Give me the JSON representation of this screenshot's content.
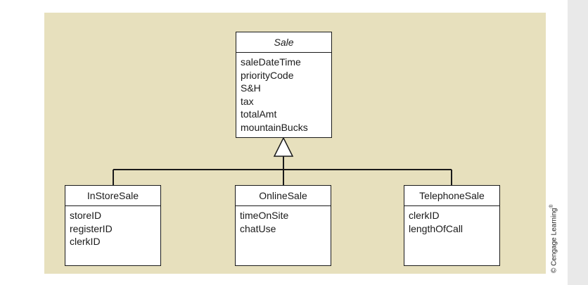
{
  "diagram": {
    "parent": {
      "name": "Sale",
      "attributes": [
        "saleDateTime",
        "priorityCode",
        "S&H",
        "tax",
        "totalAmt",
        "mountainBucks"
      ]
    },
    "children": [
      {
        "name": "InStoreSale",
        "attributes": [
          "storeID",
          "registerID",
          "clerkID"
        ]
      },
      {
        "name": "OnlineSale",
        "attributes": [
          "timeOnSite",
          "chatUse"
        ]
      },
      {
        "name": "TelephoneSale",
        "attributes": [
          "clerkID",
          "lengthOfCall"
        ]
      }
    ]
  },
  "copyright": {
    "text": "© Cengage Learning",
    "mark": "®"
  },
  "colors": {
    "canvas": "#e7e0bd",
    "line": "#1a1a1a",
    "sidebar": "#e9e9e9"
  }
}
